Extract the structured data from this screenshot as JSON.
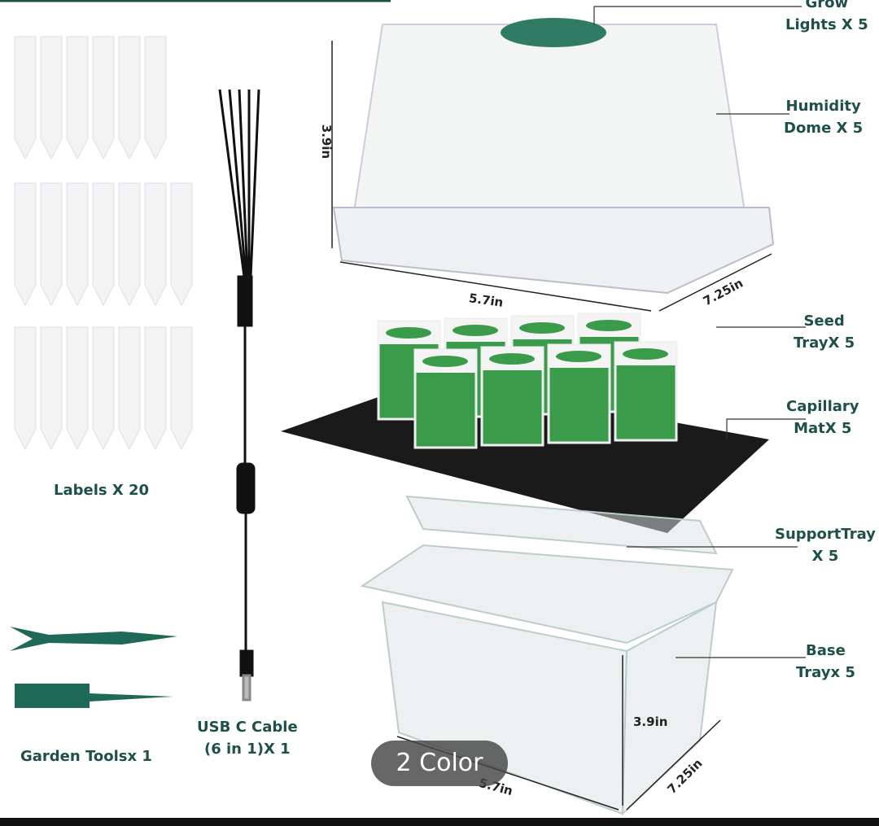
{
  "colors": {
    "accent": "#1e5049",
    "tray_green": "#3a9b4a",
    "mat": "#1a1a1a"
  },
  "labels": {
    "grow_lights": [
      "Grow",
      "Lights X 5"
    ],
    "humidity_dome": [
      "Humidity",
      "Dome X 5"
    ],
    "seed_tray": [
      "Seed",
      "TrayX 5"
    ],
    "capillary_mat": [
      "Capillary",
      "MatX 5"
    ],
    "support_tray": [
      "SupportTray",
      "X 5"
    ],
    "base_tray": [
      "Base",
      "Trayx 5"
    ],
    "plant_labels": "Labels X 20",
    "garden_tools": "Garden Toolsx 1",
    "usb_cable": [
      "USB C Cable",
      "(6 in 1)X 1"
    ]
  },
  "dimensions": {
    "dome_height": "3.9in",
    "dome_width": "5.7in",
    "dome_depth": "7.25in",
    "base_height": "3.9in",
    "base_width": "5.7in",
    "base_depth": "7.25in"
  },
  "badge": "2 Color"
}
